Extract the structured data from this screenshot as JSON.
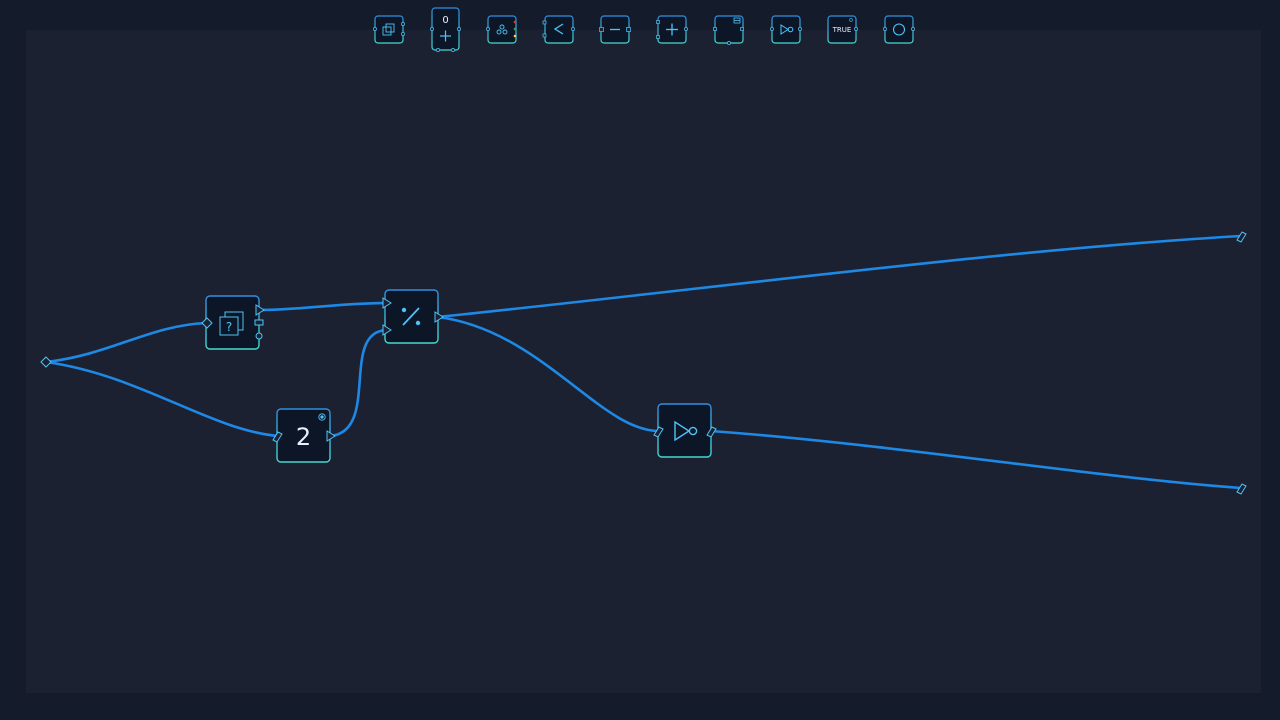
{
  "toolbar": {
    "tools": [
      {
        "id": "tool-duplicate",
        "icon": "duplicate-icon"
      },
      {
        "id": "tool-counter",
        "icon": "plus-icon",
        "value": "0"
      },
      {
        "id": "tool-group",
        "icon": "group-icon"
      },
      {
        "id": "tool-less-than",
        "icon": "less-than-icon"
      },
      {
        "id": "tool-minus",
        "icon": "minus-icon"
      },
      {
        "id": "tool-plus",
        "icon": "plus-icon"
      },
      {
        "id": "tool-record",
        "icon": "record-icon"
      },
      {
        "id": "tool-not",
        "icon": "not-gate-icon"
      },
      {
        "id": "tool-true",
        "icon": "boolean-icon",
        "label": "TRUE"
      },
      {
        "id": "tool-circle",
        "icon": "circle-icon"
      }
    ]
  },
  "graph": {
    "nodes": [
      {
        "id": "node-random",
        "icon": "random-duplicate-icon",
        "symbol": "?"
      },
      {
        "id": "node-constant",
        "icon": "constant-icon",
        "value": "2"
      },
      {
        "id": "node-modulo",
        "icon": "percent-icon",
        "symbol": "%"
      },
      {
        "id": "node-not",
        "icon": "not-gate-icon"
      }
    ]
  },
  "colors": {
    "background": "#141c2c",
    "canvas": "#1b2130",
    "node_fill": "#0d1626",
    "node_border": "#3fc8e0",
    "wire": "#1e88e5",
    "icon": "#4fc3f7"
  }
}
